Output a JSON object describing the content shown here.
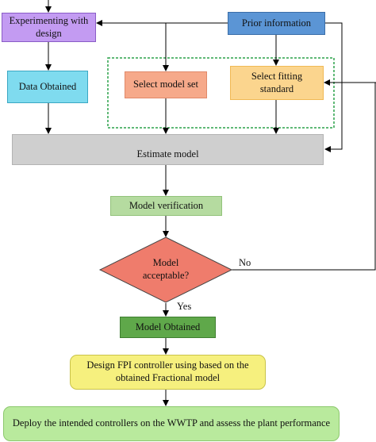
{
  "nodes": {
    "experimenting": {
      "text": "Experimenting with design",
      "fill": "#c39bf2",
      "stroke": "#8a5cc6"
    },
    "prior": {
      "text": "Prior information",
      "fill": "#5b95d5",
      "stroke": "#3b6ea8"
    },
    "data_obtained": {
      "text": "Data Obtained",
      "fill": "#7fdbef",
      "stroke": "#3aa7c3"
    },
    "select_model_set": {
      "text": "Select model set",
      "fill": "#f6a98a",
      "stroke": "#e0896a"
    },
    "select_fitting": {
      "text": "Select fitting standard",
      "fill": "#fbd58e",
      "stroke": "#f0b955"
    },
    "estimate_model": {
      "text": "Estimate model",
      "fill": "#cfcfcf",
      "stroke": "#b3b3b3"
    },
    "model_verification": {
      "text": "Model verification",
      "fill": "#b5dba0",
      "stroke": "#92c27b"
    },
    "model_acceptable": {
      "text": "Model acceptable?",
      "fill": "#ef7c6c",
      "stroke": "#444444"
    },
    "model_obtained": {
      "text": "Model Obtained",
      "fill": "#5fa84a",
      "stroke": "#3f7f30"
    },
    "design_fpi": {
      "text": "Design FPI controller using based on the obtained Fractional model",
      "fill": "#f6f07e",
      "stroke": "#c9c34a"
    },
    "deploy": {
      "text": "Deploy the intended controllers on the WWTP and assess the plant performance",
      "fill": "#b9ea9d",
      "stroke": "#8cc86d"
    }
  },
  "edge_labels": {
    "no": "No",
    "yes": "Yes"
  },
  "colors": {
    "dashed_group": "#2ca24a",
    "arrow": "#000000"
  }
}
